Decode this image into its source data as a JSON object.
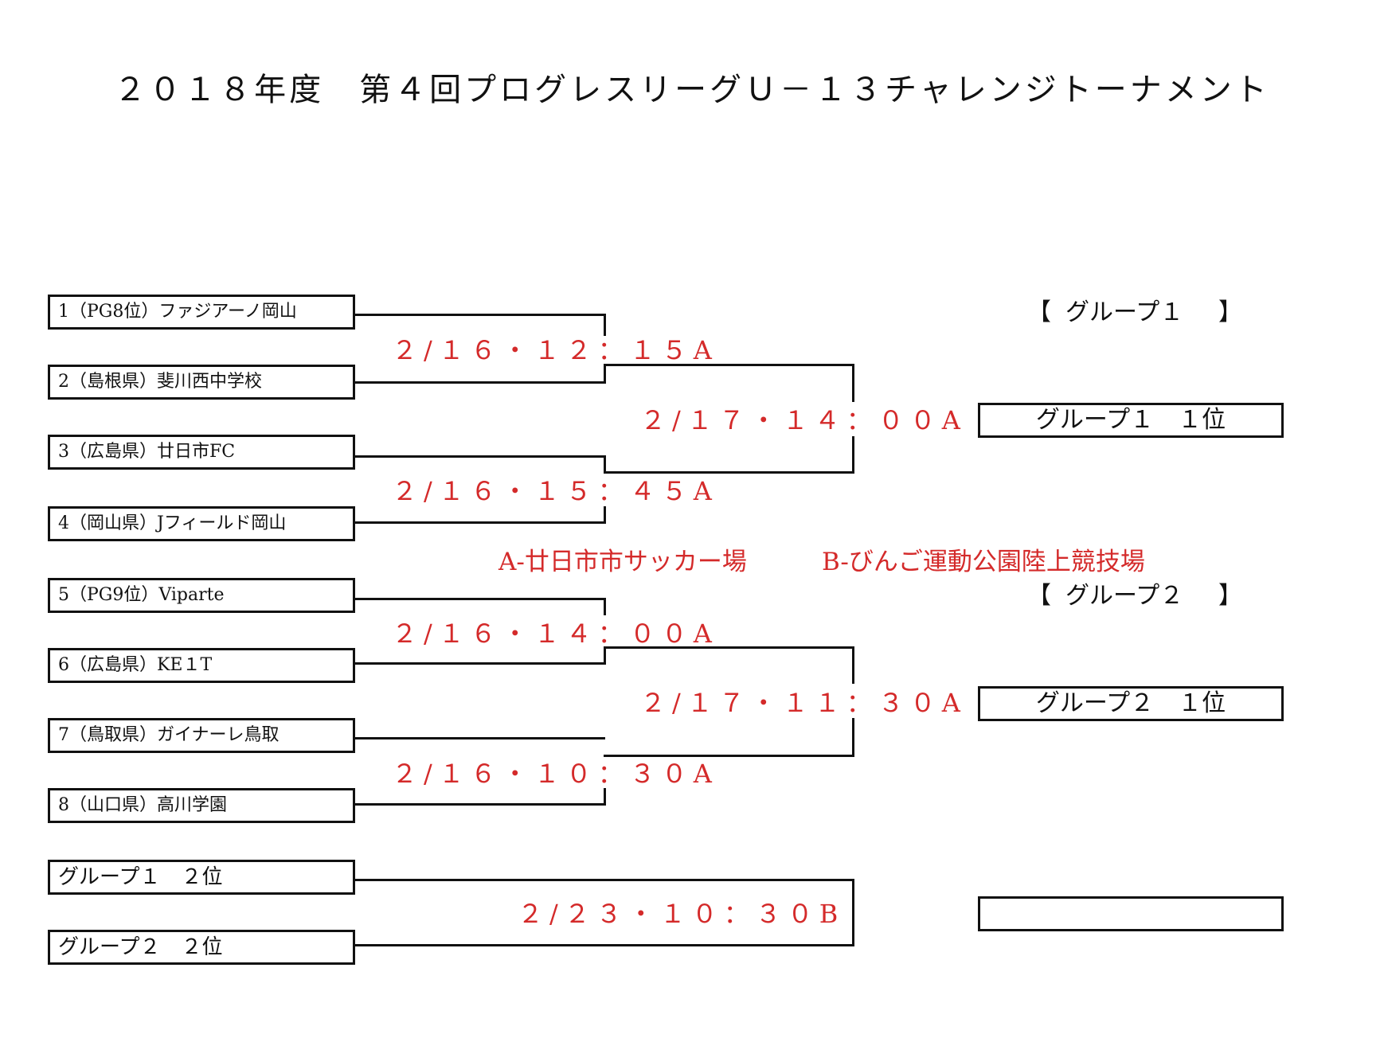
{
  "title": "２０１８年度　第４回プログレスリーグＵ－１３チャレンジトーナメント",
  "teams": [
    {
      "label": "1（PG8位）ファジアーノ岡山"
    },
    {
      "label": "2（島根県）斐川西中学校"
    },
    {
      "label": "3（広島県）廿日市FC"
    },
    {
      "label": "4（岡山県）Jフィールド岡山"
    },
    {
      "label": "5（PG9位）Viparte"
    },
    {
      "label": "6（広島県）KE１T"
    },
    {
      "label": "7（鳥取県）ガイナーレ鳥取"
    },
    {
      "label": "8（山口県）高川学園"
    },
    {
      "label": "グループ１　２位"
    },
    {
      "label": "グループ２　２位"
    }
  ],
  "matches": [
    {
      "label": "２/１６・１２：１５A"
    },
    {
      "label": "２/１６・１５：４５A"
    },
    {
      "label": "２/１６・１４：００A"
    },
    {
      "label": "２/１６・１０：３０A"
    },
    {
      "label": "２/１７・１４：００A"
    },
    {
      "label": "２/１７・１１：３０A"
    },
    {
      "label": "２/２３・１０：３０B"
    }
  ],
  "venues": {
    "a": "A-廿日市市サッカー場",
    "b": "B-びんご運動公園陸上競技場"
  },
  "groups": [
    {
      "header_open": "【",
      "header": "グループ１",
      "header_close": "】",
      "winner": "グループ１　１位"
    },
    {
      "header_open": "【",
      "header": "グループ２",
      "header_close": "】",
      "winner": "グループ２　１位"
    }
  ],
  "final_result": "",
  "colors": {
    "accent": "#d42a2a",
    "ink": "#111111"
  }
}
